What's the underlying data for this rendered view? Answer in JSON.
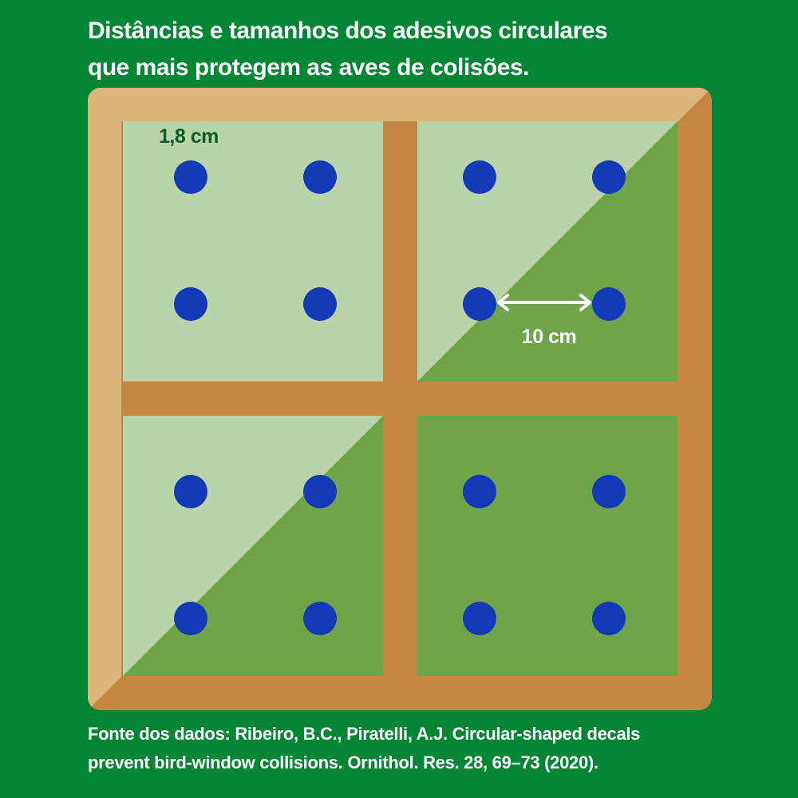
{
  "title": {
    "line1": "Distâncias e tamanhos dos adesivos circulares",
    "line2": "que mais protegem as aves de colisões."
  },
  "diagram": {
    "size_label": "1,8 cm",
    "distance_label": "10 cm",
    "colors": {
      "background": "#038634",
      "frame_light": "#DBB47C",
      "frame_dark": "#C48643",
      "glass_light": "#B9D4A8",
      "glass_dark": "#6FA54A",
      "decal": "#1239B6",
      "arrow": "#FFFFFF",
      "size_label": "#0E5A2A"
    },
    "panes": [
      {
        "name": "top-left",
        "decals": 4
      },
      {
        "name": "top-right",
        "decals": 4
      },
      {
        "name": "bottom-left",
        "decals": 4
      },
      {
        "name": "bottom-right",
        "decals": 4
      }
    ]
  },
  "source": {
    "line1": "Fonte dos dados: Ribeiro, B.C., Piratelli, A.J. Circular-shaped decals",
    "line2": "prevent bird-window collisions. Ornithol. Res. 28, 69–73 (2020)."
  }
}
